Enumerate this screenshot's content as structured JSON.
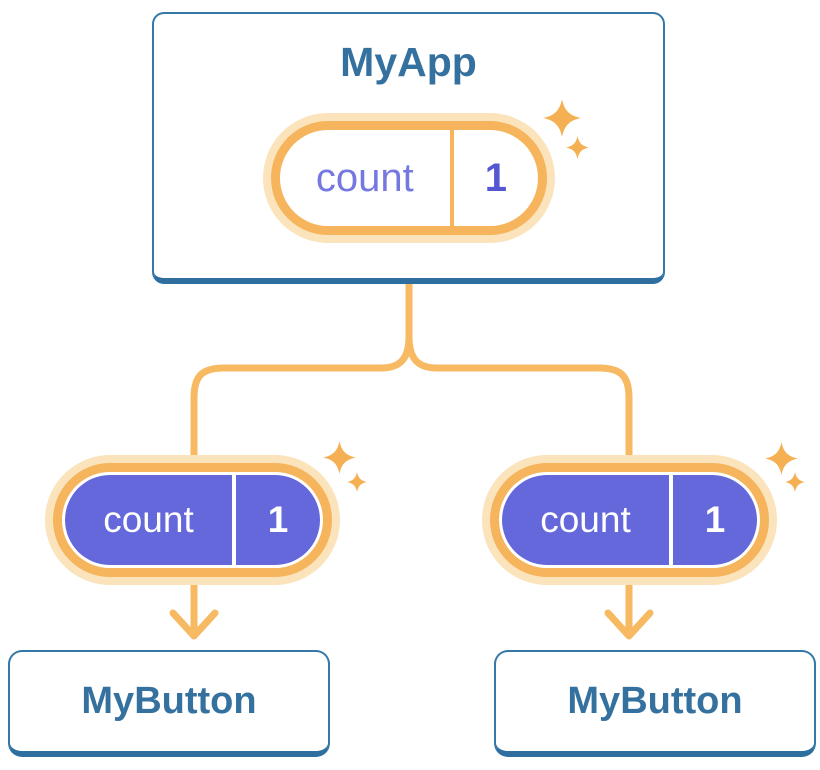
{
  "diagram": {
    "description": "React state tree diagram: parent component sharing state with two children",
    "parent": {
      "title": "MyApp",
      "state": {
        "name": "count",
        "value": "1"
      }
    },
    "children": [
      {
        "title": "MyButton",
        "state": {
          "name": "count",
          "value": "1"
        }
      },
      {
        "title": "MyButton",
        "state": {
          "name": "count",
          "value": "1"
        }
      }
    ],
    "icons": {
      "sparkle_large": "four-point-star",
      "sparkle_small": "four-point-star",
      "arrow": "arrow-down"
    },
    "colors": {
      "orange": "#F6B45C",
      "orange_light": "#FBE3BC",
      "connector": "#F7BA62",
      "purple_fill": "#6568DB",
      "purple_label": "#7579DF",
      "purple_value": "#5457D2",
      "blue_text": "#35719F",
      "blue_border": "#3478A8",
      "card_fill": "#FFFFFF"
    }
  }
}
